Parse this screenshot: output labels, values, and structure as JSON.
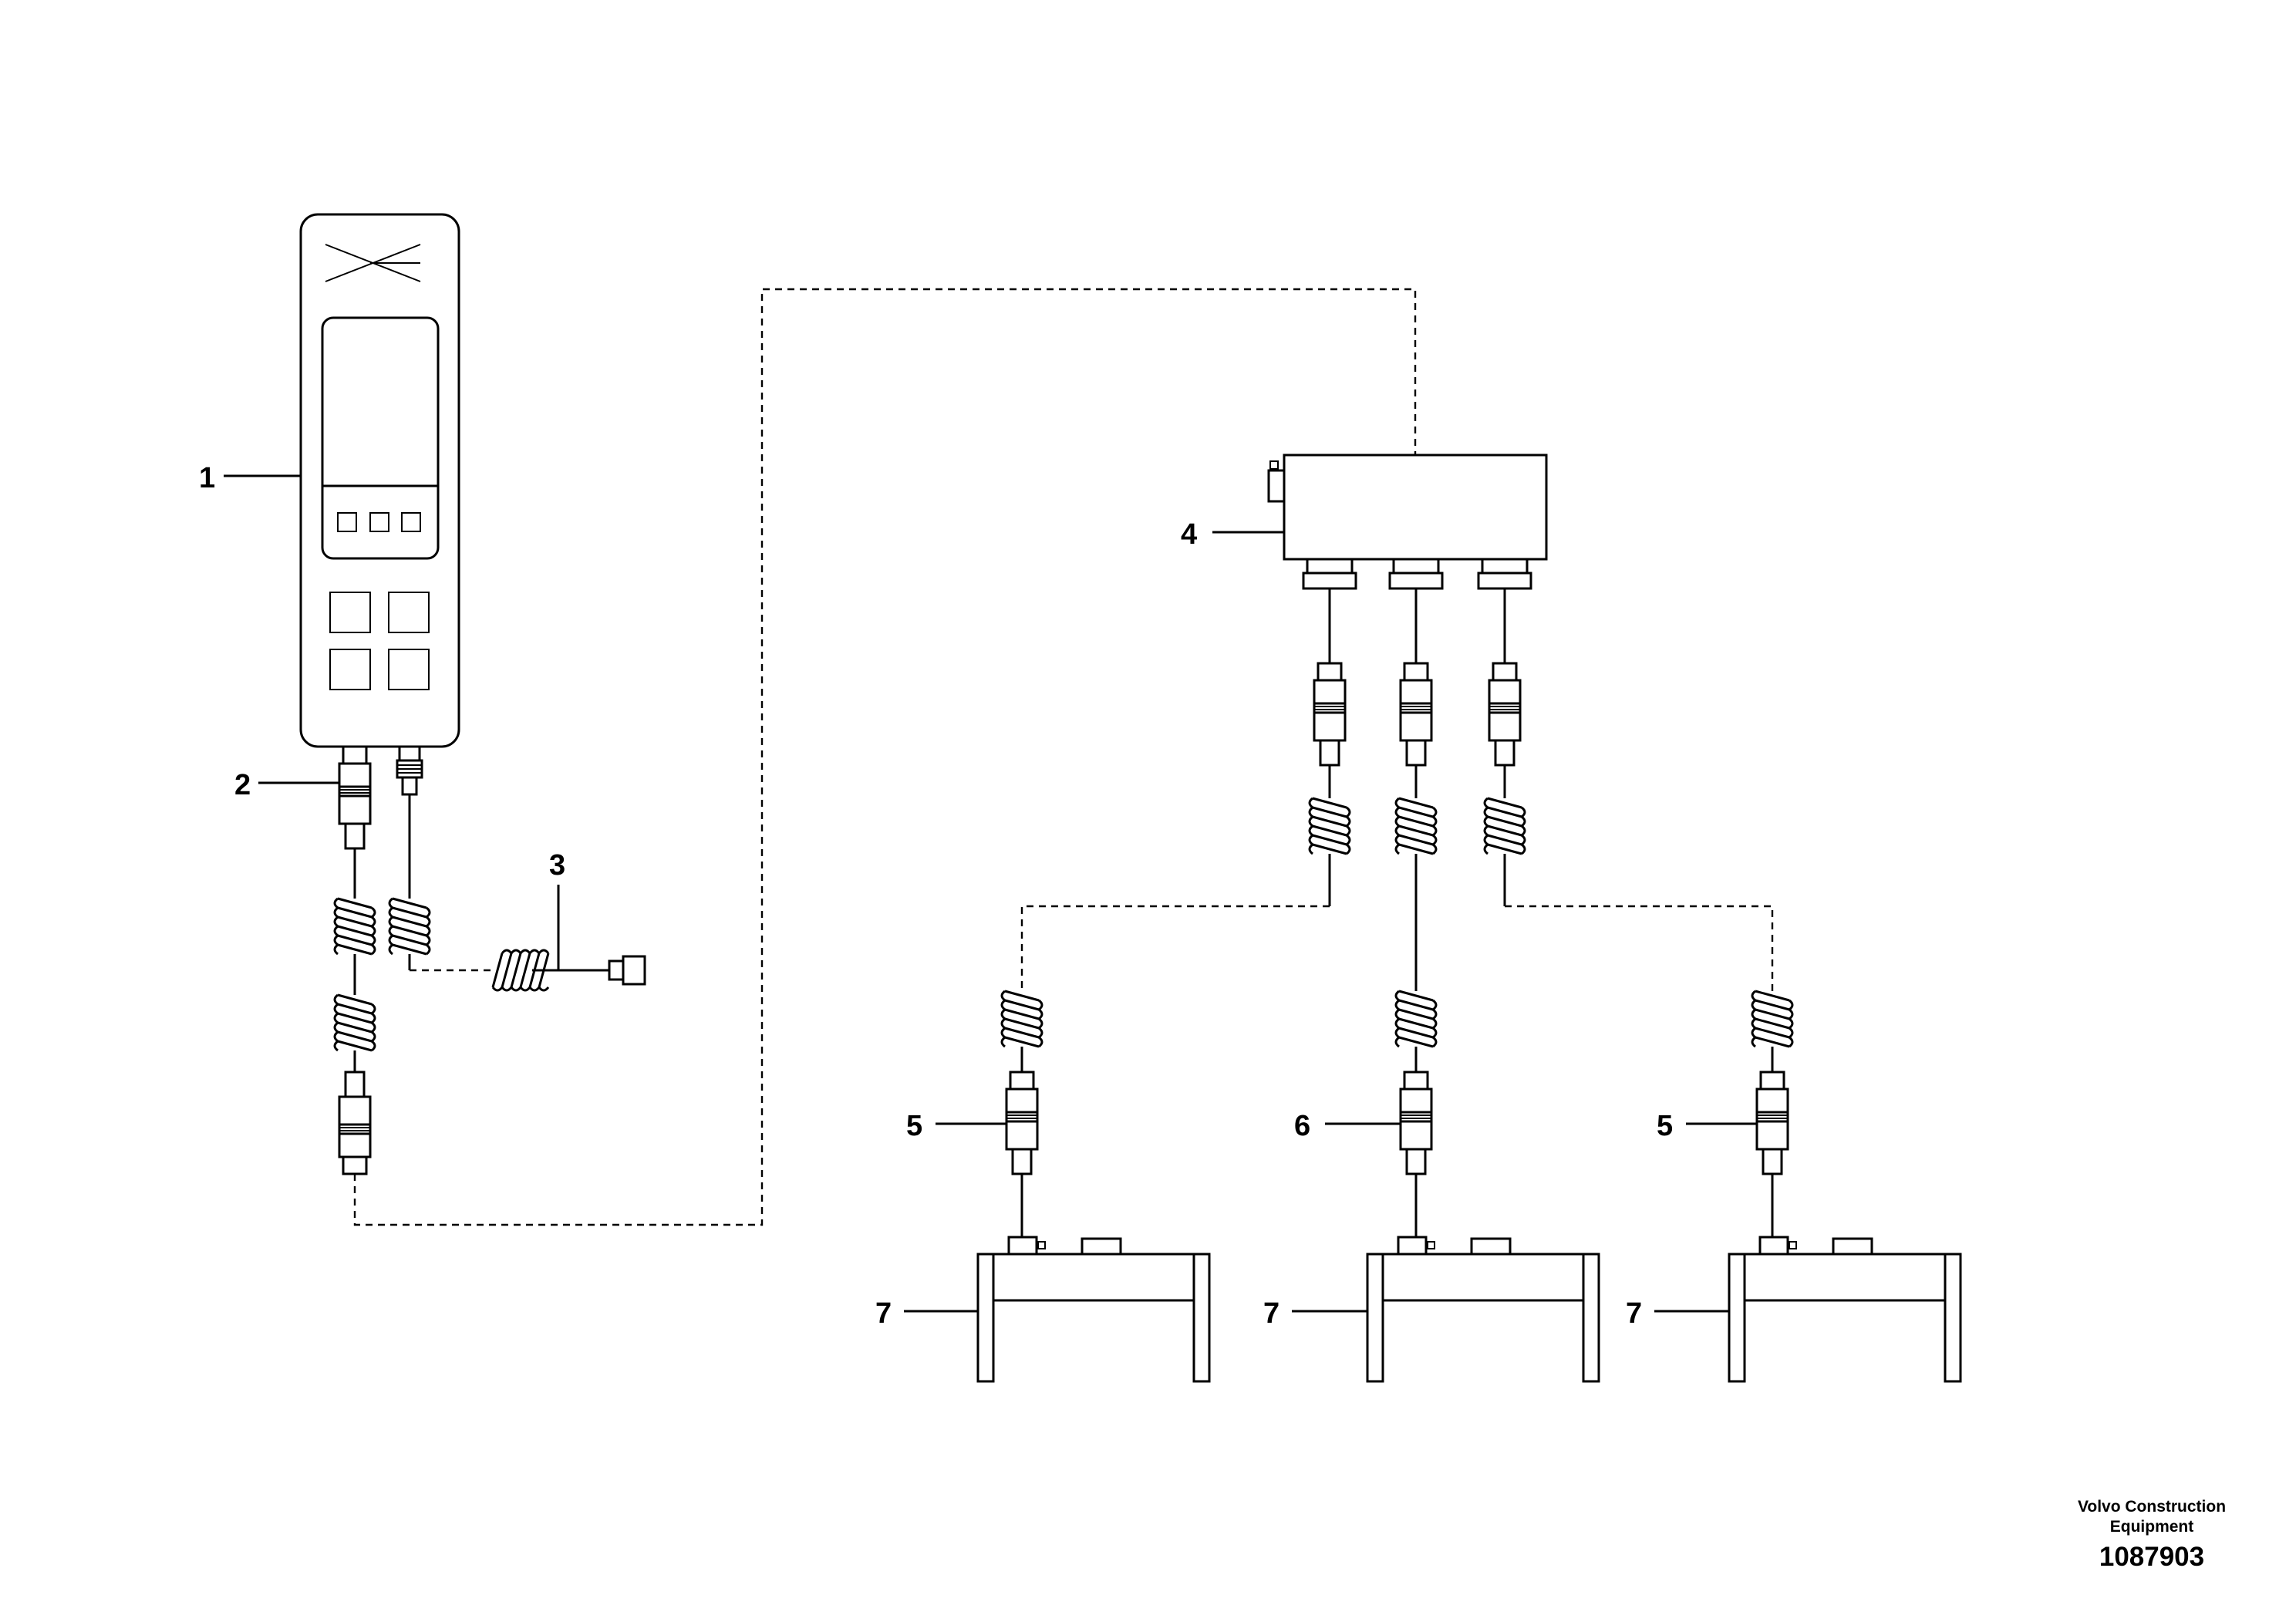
{
  "callouts": {
    "c1": "1",
    "c2": "2",
    "c3": "3",
    "c4": "4",
    "c5a": "5",
    "c6": "6",
    "c5b": "5",
    "c7a": "7",
    "c7b": "7",
    "c7c": "7"
  },
  "caption": {
    "line1": "Volvo Construction",
    "line2": "Equipment",
    "number": "1087903"
  }
}
